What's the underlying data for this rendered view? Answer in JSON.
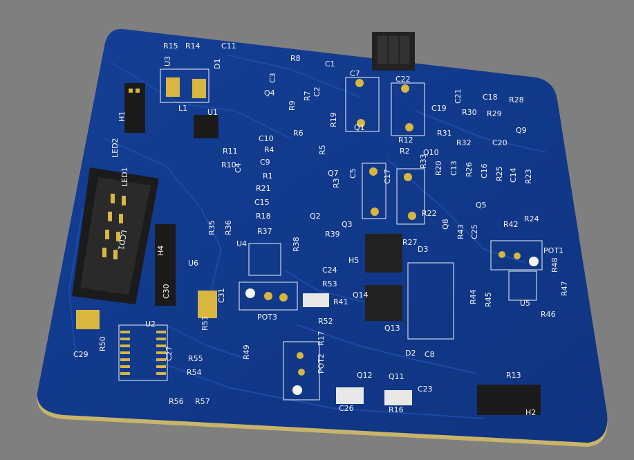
{
  "scene": {
    "background": "#7f7f7f",
    "board_color": "#123a8c",
    "board_edge_color": "#c9b56a",
    "silkscreen_color": "#f4f4f4",
    "pad_color": "#d8b640",
    "component_body_color": "#1b1b1b"
  },
  "labels": [
    {
      "text": "R15",
      "name": "label-r15"
    },
    {
      "text": "R14",
      "name": "label-r14"
    },
    {
      "text": "C11",
      "name": "label-c11"
    },
    {
      "text": "U3",
      "name": "label-u3"
    },
    {
      "text": "D1",
      "name": "label-d1"
    },
    {
      "text": "L1",
      "name": "label-l1"
    },
    {
      "text": "H1",
      "name": "label-h1"
    },
    {
      "text": "LED2",
      "name": "label-led2"
    },
    {
      "text": "LED1",
      "name": "label-led1"
    },
    {
      "text": "U1",
      "name": "label-u1"
    },
    {
      "text": "R11",
      "name": "label-r11"
    },
    {
      "text": "R10",
      "name": "label-r10"
    },
    {
      "text": "C4",
      "name": "label-c4"
    },
    {
      "text": "R8",
      "name": "label-r8"
    },
    {
      "text": "C3",
      "name": "label-c3"
    },
    {
      "text": "C1",
      "name": "label-c1"
    },
    {
      "text": "C2",
      "name": "label-c2"
    },
    {
      "text": "R7",
      "name": "label-r7"
    },
    {
      "text": "Q4",
      "name": "label-q4"
    },
    {
      "text": "R9",
      "name": "label-r9"
    },
    {
      "text": "R19",
      "name": "label-r19"
    },
    {
      "text": "R6",
      "name": "label-r6"
    },
    {
      "text": "C10",
      "name": "label-c10"
    },
    {
      "text": "R4",
      "name": "label-r4"
    },
    {
      "text": "R5",
      "name": "label-r5"
    },
    {
      "text": "C9",
      "name": "label-c9"
    },
    {
      "text": "R1",
      "name": "label-r1"
    },
    {
      "text": "Q7",
      "name": "label-q7"
    },
    {
      "text": "R21",
      "name": "label-r21"
    },
    {
      "text": "R3",
      "name": "label-r3"
    },
    {
      "text": "C15",
      "name": "label-c15"
    },
    {
      "text": "R18",
      "name": "label-r18"
    },
    {
      "text": "Q2",
      "name": "label-q2"
    },
    {
      "text": "Q3",
      "name": "label-q3"
    },
    {
      "text": "C7",
      "name": "label-c7"
    },
    {
      "text": "C22",
      "name": "label-c22"
    },
    {
      "text": "Q1",
      "name": "label-q1"
    },
    {
      "text": "R12",
      "name": "label-r12"
    },
    {
      "text": "R2",
      "name": "label-r2"
    },
    {
      "text": "C21",
      "name": "label-c21"
    },
    {
      "text": "C19",
      "name": "label-c19"
    },
    {
      "text": "C18",
      "name": "label-c18"
    },
    {
      "text": "R28",
      "name": "label-r28"
    },
    {
      "text": "R30",
      "name": "label-r30"
    },
    {
      "text": "R29",
      "name": "label-r29"
    },
    {
      "text": "R31",
      "name": "label-r31"
    },
    {
      "text": "R32",
      "name": "label-r32"
    },
    {
      "text": "C20",
      "name": "label-c20"
    },
    {
      "text": "Q9",
      "name": "label-q9"
    },
    {
      "text": "Q10",
      "name": "label-q10"
    },
    {
      "text": "R33",
      "name": "label-r33"
    },
    {
      "text": "R20",
      "name": "label-r20"
    },
    {
      "text": "C13",
      "name": "label-c13"
    },
    {
      "text": "R26",
      "name": "label-r26"
    },
    {
      "text": "C16",
      "name": "label-c16"
    },
    {
      "text": "R25",
      "name": "label-r25"
    },
    {
      "text": "C14",
      "name": "label-c14"
    },
    {
      "text": "R23",
      "name": "label-r23"
    },
    {
      "text": "C5",
      "name": "label-c5"
    },
    {
      "text": "C17",
      "name": "label-c17"
    },
    {
      "text": "R22",
      "name": "label-r22"
    },
    {
      "text": "Q8",
      "name": "label-q8"
    },
    {
      "text": "Q5",
      "name": "label-q5"
    },
    {
      "text": "R24",
      "name": "label-r24"
    },
    {
      "text": "R42",
      "name": "label-r42"
    },
    {
      "text": "R43",
      "name": "label-r43"
    },
    {
      "text": "C25",
      "name": "label-c25"
    },
    {
      "text": "POT1",
      "name": "label-pot1"
    },
    {
      "text": "R48",
      "name": "label-r48"
    },
    {
      "text": "R35",
      "name": "label-r35"
    },
    {
      "text": "R36",
      "name": "label-r36"
    },
    {
      "text": "R37",
      "name": "label-r37"
    },
    {
      "text": "U4",
      "name": "label-u4"
    },
    {
      "text": "R38",
      "name": "label-r38"
    },
    {
      "text": "R39",
      "name": "label-r39"
    },
    {
      "text": "C24",
      "name": "label-c24"
    },
    {
      "text": "R27",
      "name": "label-r27"
    },
    {
      "text": "D3",
      "name": "label-d3"
    },
    {
      "text": "H5",
      "name": "label-h5"
    },
    {
      "text": "U6",
      "name": "label-u6"
    },
    {
      "text": "H4",
      "name": "label-h4"
    },
    {
      "text": "LCD1",
      "name": "label-lcd1"
    },
    {
      "text": "R53",
      "name": "label-r53"
    },
    {
      "text": "Q14",
      "name": "label-q14"
    },
    {
      "text": "R41",
      "name": "label-r41"
    },
    {
      "text": "POT3",
      "name": "label-pot3"
    },
    {
      "text": "C30",
      "name": "label-c30"
    },
    {
      "text": "C31",
      "name": "label-c31"
    },
    {
      "text": "R44",
      "name": "label-r44"
    },
    {
      "text": "R45",
      "name": "label-r45"
    },
    {
      "text": "U5",
      "name": "label-u5"
    },
    {
      "text": "R46",
      "name": "label-r46"
    },
    {
      "text": "R47",
      "name": "label-r47"
    },
    {
      "text": "R52",
      "name": "label-r52"
    },
    {
      "text": "Q13",
      "name": "label-q13"
    },
    {
      "text": "R51",
      "name": "label-r51"
    },
    {
      "text": "U2",
      "name": "label-u2"
    },
    {
      "text": "C29",
      "name": "label-c29"
    },
    {
      "text": "R50",
      "name": "label-r50"
    },
    {
      "text": "C27",
      "name": "label-c27"
    },
    {
      "text": "R49",
      "name": "label-r49"
    },
    {
      "text": "R17",
      "name": "label-r17"
    },
    {
      "text": "POT2",
      "name": "label-pot2"
    },
    {
      "text": "D2",
      "name": "label-d2"
    },
    {
      "text": "C8",
      "name": "label-c8"
    },
    {
      "text": "Q12",
      "name": "label-q12"
    },
    {
      "text": "Q11",
      "name": "label-q11"
    },
    {
      "text": "R55",
      "name": "label-r55"
    },
    {
      "text": "R54",
      "name": "label-r54"
    },
    {
      "text": "R56",
      "name": "label-r56"
    },
    {
      "text": "R57",
      "name": "label-r57"
    },
    {
      "text": "C26",
      "name": "label-c26"
    },
    {
      "text": "R16",
      "name": "label-r16"
    },
    {
      "text": "R13",
      "name": "label-r13"
    },
    {
      "text": "C23",
      "name": "label-c23"
    },
    {
      "text": "H2",
      "name": "label-h2"
    }
  ]
}
